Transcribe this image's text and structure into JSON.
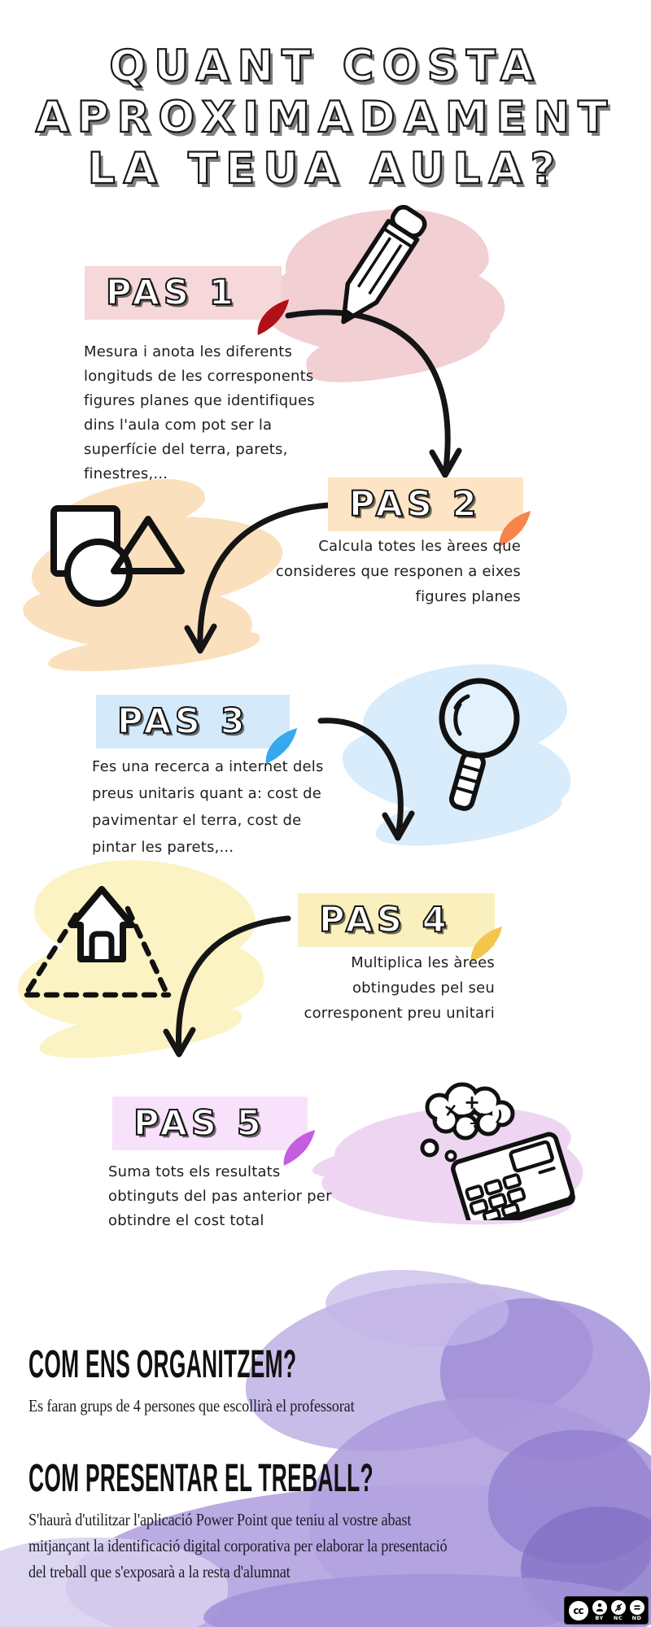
{
  "title": {
    "full": "QUANT COSTA APROXIMADAMENT LA TEUA AULA?",
    "lines": [
      "QUANT COSTA",
      "APROXIMADAMENT",
      "LA TEUA AULA?"
    ]
  },
  "steps": [
    {
      "label": "PAS 1",
      "text": "Mesura i anota les diferents\nlongituds de les corresponents\nfigures planes que identifiques\ndins l'aula com pot ser la\nsuperfície del terra, parets,\nfinestres,...",
      "icon": "pencil-icon",
      "colors": {
        "label_bg": "#f6d7da",
        "fold": "#b01117",
        "splash": "#f2cfd3"
      }
    },
    {
      "label": "PAS 2",
      "text": "Calcula totes les àrees que\nconsideres que responen a eixes\nfigures planes",
      "icon": "geometric-shapes-icon",
      "colors": {
        "label_bg": "#fce4c4",
        "fold": "#f6844b",
        "splash": "#fae0bc"
      }
    },
    {
      "label": "PAS 3",
      "text": "Fes una recerca a internet dels\npreus unitaris quant a: cost de\npavimentar el terra, cost de\npintar les parets,...",
      "icon": "magnifier-icon",
      "colors": {
        "label_bg": "#d4eafb",
        "fold": "#38a8ee",
        "splash": "#d8ecfb"
      }
    },
    {
      "label": "PAS 4",
      "text": "Multiplica les àrees\nobtingudes pel seu\ncorresponent preu unitari",
      "icon": "house-icon",
      "colors": {
        "label_bg": "#faf0bd",
        "fold": "#f2c64d",
        "splash": "#fbf3c3"
      }
    },
    {
      "label": "PAS 5",
      "text": "Suma tots els resultats\nobtinguts del pas anterior per\nobtindre el cost total",
      "icon": "calculator-icon",
      "colors": {
        "label_bg": "#f8e1fa",
        "fold": "#c45ede",
        "splash": "#eed6f3"
      }
    }
  ],
  "sections": [
    {
      "heading": "COM ENS ORGANITZEM?",
      "body": "Es faran grups de 4 persones que escollirà el professorat"
    },
    {
      "heading": "COM PRESENTAR EL TREBALL?",
      "body": "S'haurà d'utilitzar l'aplicació Power Point que teniu al vostre abast\nmitjançant la identificació digital corporativa per elaborar la presentació\ndel treball que s'exposarà a la resta d'alumnat"
    }
  ],
  "license": {
    "badge": "cc",
    "labels": [
      "BY",
      "NC",
      "ND"
    ]
  },
  "background_color": "#ffffff",
  "accent_purple": "#a795d8"
}
